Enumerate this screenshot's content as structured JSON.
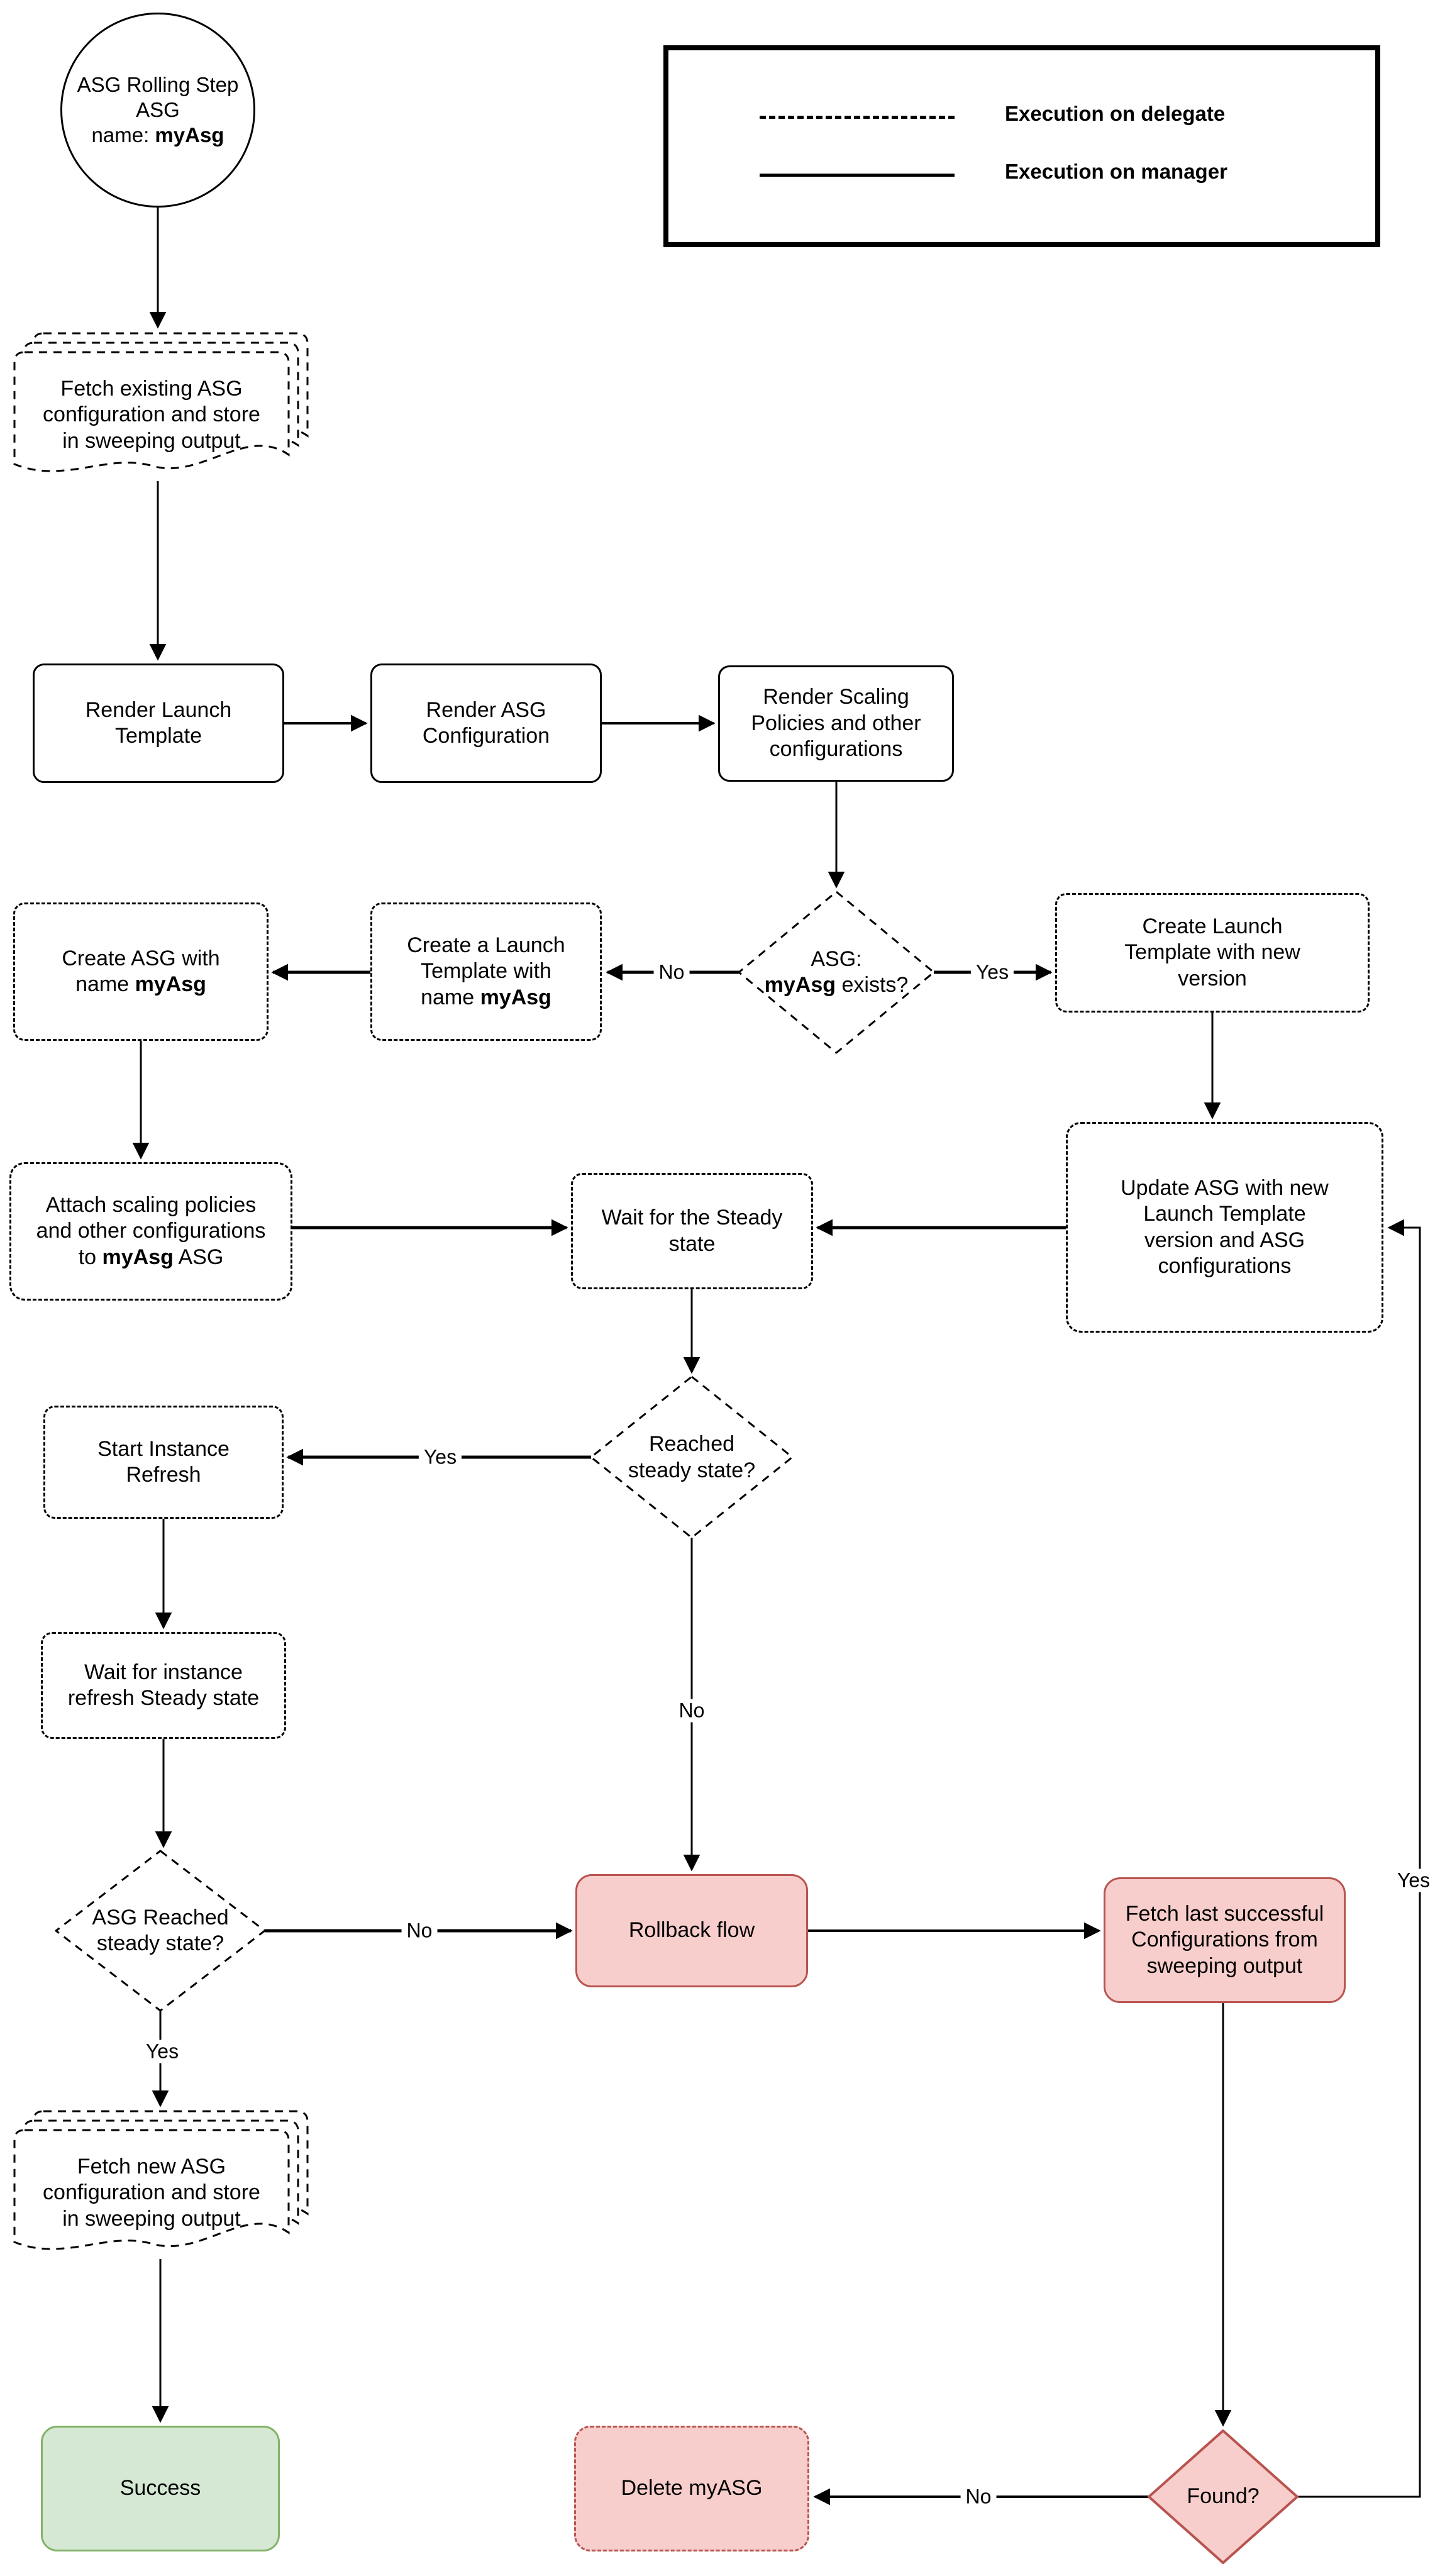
{
  "diagram_title": "ASG Rolling Step execution flow",
  "colors": {
    "background": "#ffffff",
    "line": "#000000",
    "pink_fill": "#f8cecc",
    "red_stroke": "#b85450",
    "green_fill": "#d5e8d4",
    "green_stroke": "#82b366"
  },
  "legend": {
    "delegate_label": "Execution on delegate",
    "manager_label": "Execution on manager"
  },
  "nodes": {
    "start": {
      "l1": "ASG Rolling Step",
      "l2": "ASG",
      "l3a": "name: ",
      "l3b": "myAsg"
    },
    "fetch_existing": {
      "l1": "Fetch existing ASG",
      "l2": "configuration and store",
      "l3": "in sweeping output"
    },
    "render_launch_template": {
      "l1": "Render Launch",
      "l2": "Template"
    },
    "render_asg_config": {
      "l1": "Render ASG",
      "l2": "Configuration"
    },
    "render_scaling": {
      "l1": "Render Scaling",
      "l2": "Policies and other",
      "l3": "configurations"
    },
    "asg_exists": {
      "l1": "ASG:",
      "l2b": "myAsg",
      "l2s": " exists?"
    },
    "create_launch_template": {
      "l1": "Create a Launch",
      "l2": "Template with",
      "l3a": "name ",
      "l3b": "myAsg"
    },
    "create_asg": {
      "l1": "Create ASG with",
      "l2a": "name ",
      "l2b": "myAsg"
    },
    "create_launch_new": {
      "l1": "Create Launch",
      "l2": "Template with new",
      "l3": "version"
    },
    "update_asg": {
      "l1": "Update ASG with new",
      "l2": "Launch Template",
      "l3": "version and ASG",
      "l4": "configurations"
    },
    "attach_scaling": {
      "l1": "Attach scaling policies",
      "l2": "and other configurations",
      "l3a": "to ",
      "l3b": "myAsg",
      "l3c": " ASG"
    },
    "wait_steady": {
      "l1": "Wait for the Steady",
      "l2": "state"
    },
    "reached_steady": {
      "l1": "Reached",
      "l2": "steady state?"
    },
    "start_instance_refresh": {
      "l1": "Start Instance",
      "l2": "Refresh"
    },
    "wait_instance_refresh": {
      "l1": "Wait for instance",
      "l2": "refresh Steady state"
    },
    "asg_reached_steady": {
      "l1": "ASG Reached",
      "l2": "steady state?"
    },
    "rollback": {
      "l1": "Rollback flow"
    },
    "fetch_last": {
      "l1": "Fetch last successful",
      "l2": "Configurations from",
      "l3": "sweeping output"
    },
    "fetch_new": {
      "l1": "Fetch new ASG",
      "l2": "configuration and store",
      "l3": "in sweeping output"
    },
    "success": {
      "l1": "Success"
    },
    "delete_asg": {
      "l1": "Delete myASG"
    },
    "found": {
      "l1": "Found?"
    }
  },
  "edge_labels": {
    "exists_no": "No",
    "exists_yes": "Yes",
    "reached_yes": "Yes",
    "reached_no": "No",
    "asg_reached_no": "No",
    "asg_reached_yes": "Yes",
    "found_no": "No",
    "found_yes": "Yes"
  }
}
